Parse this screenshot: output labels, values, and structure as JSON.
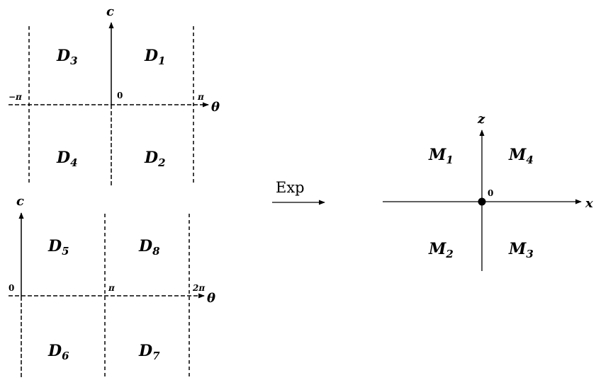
{
  "top_panel": {
    "axis_c": "c",
    "axis_theta": "θ",
    "tick_neg_pi": "−π",
    "tick_zero": "0",
    "tick_pi": "π",
    "regions": [
      {
        "main": "D",
        "sub": "3"
      },
      {
        "main": "D",
        "sub": "1"
      },
      {
        "main": "D",
        "sub": "4"
      },
      {
        "main": "D",
        "sub": "2"
      }
    ]
  },
  "bottom_panel": {
    "axis_c": "c",
    "axis_theta": "θ",
    "tick_zero": "0",
    "tick_pi": "π",
    "tick_two_pi": "2π",
    "regions": [
      {
        "main": "D",
        "sub": "5"
      },
      {
        "main": "D",
        "sub": "8"
      },
      {
        "main": "D",
        "sub": "6"
      },
      {
        "main": "D",
        "sub": "7"
      }
    ]
  },
  "map": {
    "label": "Exp"
  },
  "right_panel": {
    "axis_z": "z",
    "axis_x": "x",
    "tick_zero": "0",
    "regions": [
      {
        "main": "M",
        "sub": "1"
      },
      {
        "main": "M",
        "sub": "4"
      },
      {
        "main": "M",
        "sub": "2"
      },
      {
        "main": "M",
        "sub": "3"
      }
    ]
  }
}
